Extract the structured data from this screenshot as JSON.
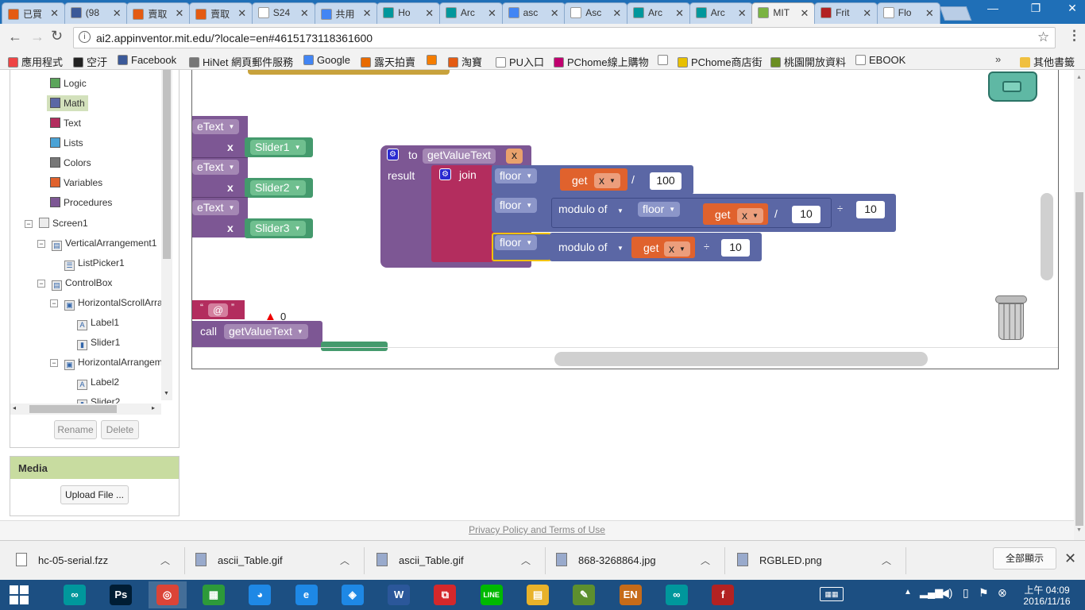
{
  "browser": {
    "tabs": [
      {
        "label": "已買",
        "icon": "taobao-icon",
        "color": "#e45b12"
      },
      {
        "label": "(98",
        "icon": "facebook-icon",
        "color": "#3b5998"
      },
      {
        "label": "賣取",
        "icon": "taobao-icon",
        "color": "#e45b12"
      },
      {
        "label": "賣取",
        "icon": "taobao-icon",
        "color": "#e45b12"
      },
      {
        "label": "S24",
        "icon": "page-icon",
        "color": "#ffffff"
      },
      {
        "label": "共用",
        "icon": "google-icon",
        "color": "#4285f4"
      },
      {
        "label": "Ho",
        "icon": "arduino-icon",
        "color": "#00979c"
      },
      {
        "label": "Arc",
        "icon": "arduino-icon",
        "color": "#00979c"
      },
      {
        "label": "asc",
        "icon": "google-icon",
        "color": "#4285f4"
      },
      {
        "label": "Asc",
        "icon": "page-icon",
        "color": "#ffffff"
      },
      {
        "label": "Arc",
        "icon": "arduino-icon",
        "color": "#00979c"
      },
      {
        "label": "Arc",
        "icon": "arduino-icon",
        "color": "#00979c"
      },
      {
        "label": "MIT",
        "icon": "appinventor-icon",
        "color": "#7ab342"
      },
      {
        "label": "Frit",
        "icon": "fritzing-icon",
        "color": "#b22222"
      },
      {
        "label": "Flo",
        "icon": "wikipedia-icon",
        "color": "#ffffff"
      }
    ],
    "url": "ai2.appinventor.mit.edu/?locale=en#4615173118361600",
    "bookmarks": [
      {
        "label": "應用程式",
        "icon": "apps-icon",
        "color": "#e44"
      },
      {
        "label": "空汙",
        "icon": "scissors-icon",
        "color": "#222"
      },
      {
        "label": "Facebook",
        "icon": "facebook-icon",
        "color": "#3b5998"
      },
      {
        "label": "HiNet 網頁郵件服務",
        "icon": "mail-icon",
        "color": "#777"
      },
      {
        "label": "Google",
        "icon": "google-icon",
        "color": "#4285f4"
      },
      {
        "label": "露天拍賣",
        "icon": "ruten-icon",
        "color": "#e86a00"
      },
      {
        "label": "",
        "icon": "blogger-icon",
        "color": "#f57d00"
      },
      {
        "label": "淘寶",
        "icon": "taobao-icon",
        "color": "#e45b12"
      },
      {
        "label": "PU入口",
        "icon": "page-icon",
        "color": "#ffffff"
      },
      {
        "label": "PChome線上購物",
        "icon": "pchome-icon",
        "color": "#c0006f"
      },
      {
        "label": "",
        "icon": "page-icon",
        "color": "#ffffff"
      },
      {
        "label": "PChome商店街",
        "icon": "pchome-store-icon",
        "color": "#e8c000"
      },
      {
        "label": "桃園開放資料",
        "icon": "taoyuan-icon",
        "color": "#6b8e23"
      },
      {
        "label": "EBOOK",
        "icon": "page-icon",
        "color": "#ffffff"
      }
    ],
    "other_bookmarks": "其他書籤"
  },
  "palette": [
    {
      "label": "Logic",
      "color": "#5ba55b"
    },
    {
      "label": "Math",
      "color": "#5b67a5"
    },
    {
      "label": "Text",
      "color": "#b32d5e"
    },
    {
      "label": "Lists",
      "color": "#4ba3d6"
    },
    {
      "label": "Colors",
      "color": "#777777"
    },
    {
      "label": "Variables",
      "color": "#e0622d"
    },
    {
      "label": "Procedures",
      "color": "#7d5794"
    }
  ],
  "components": [
    {
      "label": "Screen1"
    },
    {
      "label": "VerticalArrangement1"
    },
    {
      "label": "ListPicker1"
    },
    {
      "label": "ControlBox"
    },
    {
      "label": "HorizontalScrollArra"
    },
    {
      "label": "Label1"
    },
    {
      "label": "Slider1"
    },
    {
      "label": "HorizontalArrangem"
    },
    {
      "label": "Label2"
    },
    {
      "label": "Slider2"
    }
  ],
  "buttons": {
    "rename": "Rename",
    "delete": "Delete",
    "upload": "Upload File ..."
  },
  "media_title": "Media",
  "blocks": {
    "frag1": "eText",
    "frag2": "eText",
    "frag3": "eText",
    "x": "x",
    "slider1": "Slider1",
    "slider2": "Slider2",
    "slider3": "Slider3",
    "proc_to": "to",
    "proc_name": "getValueText",
    "param": "x",
    "result": "result",
    "join": "join",
    "floor": "floor",
    "get": "get",
    "div": "/",
    "modulo": "modulo of",
    "divisor": "÷",
    "n100": "100",
    "n10": "10",
    "text_at": "@",
    "warn_count": "0",
    "call": "call"
  },
  "footer": "Privacy Policy and Terms of Use",
  "downloads": [
    {
      "name": "hc-05-serial.fzz",
      "icon": "file-icon"
    },
    {
      "name": "ascii_Table.gif",
      "icon": "image-icon"
    },
    {
      "name": "ascii_Table.gif",
      "icon": "image-icon"
    },
    {
      "name": "868-3268864.jpg",
      "icon": "image-icon"
    },
    {
      "name": "RGBLED.png",
      "icon": "image-icon"
    }
  ],
  "show_all": "全部顯示",
  "taskbar": {
    "apps": [
      {
        "name": "arduino-icon",
        "text": "∞",
        "color": "#00979c"
      },
      {
        "name": "photoshop-icon",
        "text": "Ps",
        "color": "#001d34"
      },
      {
        "name": "chrome-icon",
        "text": "◎",
        "color": "#db4437"
      },
      {
        "name": "store-icon",
        "text": "▦",
        "color": "#2d9a3a"
      },
      {
        "name": "qq-icon",
        "text": "◕",
        "color": "#1e88e5"
      },
      {
        "name": "ie-icon",
        "text": "e",
        "color": "#1e88e5"
      },
      {
        "name": "cloud-icon",
        "text": "◈",
        "color": "#1e88e5"
      },
      {
        "name": "word-icon",
        "text": "W",
        "color": "#2b579a"
      },
      {
        "name": "acrobat-icon",
        "text": "⧉",
        "color": "#d4282b"
      },
      {
        "name": "line-icon",
        "text": "LINE",
        "color": "#00b900"
      },
      {
        "name": "explorer-icon",
        "text": "▤",
        "color": "#e8b22a"
      },
      {
        "name": "notepad-icon",
        "text": "✎",
        "color": "#5d8f2e"
      },
      {
        "name": "dictionary-icon",
        "text": "EN",
        "color": "#c66b19"
      },
      {
        "name": "arduino2-icon",
        "text": "∞",
        "color": "#00979c"
      },
      {
        "name": "fritzing-icon",
        "text": "f",
        "color": "#b22222"
      }
    ],
    "time": "上午 04:09",
    "date": "2016/11/16"
  }
}
